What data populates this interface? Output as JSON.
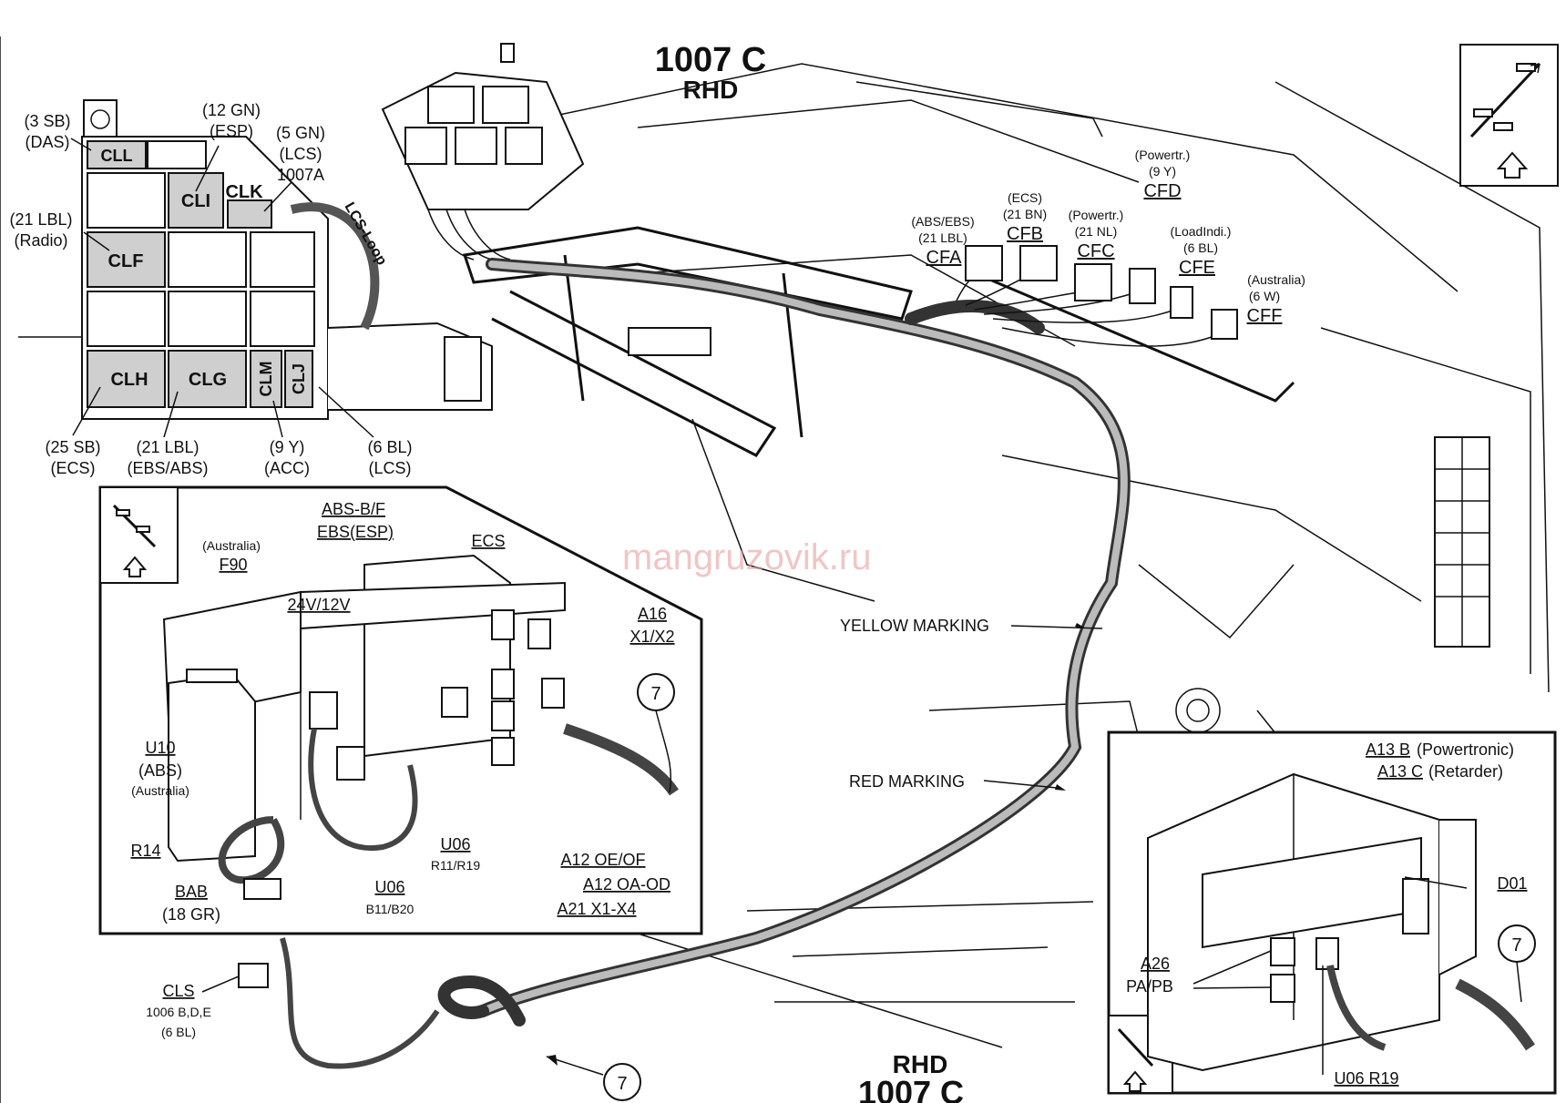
{
  "header": {
    "title_top": "1007 C",
    "subtitle_top": "RHD",
    "title_bottom": "1007 C",
    "subtitle_bottom": "RHD"
  },
  "watermark": "mangruzovik.ru",
  "fusebox": {
    "cells": {
      "cll": "CLL",
      "cli": "CLI",
      "clk": "CLK",
      "clf": "CLF",
      "clh": "CLH",
      "clg": "CLG",
      "clm": "CLM",
      "clj": "CLJ"
    },
    "loop_label": "LCS-Loop",
    "callouts": {
      "cll_a": "(3 SB)",
      "cll_b": "(DAS)",
      "cli_a": "(12 GN)",
      "cli_b": "(ESP)",
      "clk_a": "(5 GN)",
      "clk_b": "(LCS)",
      "clk_c": "1007A",
      "clf_a": "(21 LBL)",
      "clf_b": "(Radio)",
      "clh_a": "(25 SB)",
      "clh_b": "(ECS)",
      "clg_a": "(21 LBL)",
      "clg_b": "(EBS/ABS)",
      "clm_a": "(9 Y)",
      "clm_b": "(ACC)",
      "clj_a": "(6 BL)",
      "clj_b": "(LCS)"
    }
  },
  "connectors": {
    "cfa_a": "(ABS/EBS)",
    "cfa_b": "(21 LBL)",
    "cfa": "CFA",
    "cfb_a": "(ECS)",
    "cfb_b": "(21 BN)",
    "cfb": "CFB",
    "cfc_a": "(Powertr.)",
    "cfc_b": "(21 NL)",
    "cfc": "CFC",
    "cfd_a": "(Powertr.)",
    "cfd_b": "(9 Y)",
    "cfd": "CFD",
    "cfe_a": "(LoadIndi.)",
    "cfe_b": "(6 BL)",
    "cfe": "CFE",
    "cff_a": "(Australia)",
    "cff_b": "(6 W)",
    "cff": "CFF"
  },
  "markings": {
    "yellow": "YELLOW MARKING",
    "red": "RED MARKING"
  },
  "left_inset": {
    "abs_bf": "ABS-B/F",
    "ebs_esp": "EBS(ESP)",
    "ecs": "ECS",
    "f90_note": "(Australia)",
    "f90": "F90",
    "v24_12": "24V/12V",
    "a16": "A16",
    "a16_b": "X1/X2",
    "u10": "U10",
    "u10_b": "(ABS)",
    "u10_c": "(Australia)",
    "r14": "R14",
    "bab": "BAB",
    "bab_b": "(18 GR)",
    "u06_a": "U06",
    "u06_a_b": "B11/B20",
    "u06_b": "U06",
    "u06_b_b": "R11/R19",
    "a12_oe": "A12 OE/OF",
    "a12_oa": "A12 OA-OD",
    "a21": "A21 X1-X4",
    "ref7": "7"
  },
  "right_inset": {
    "a13b": "A13 B",
    "a13b_note": "(Powertronic)",
    "a13c": "A13 C",
    "a13c_note": "(Retarder)",
    "d01": "D01",
    "a26": "A26",
    "a26_b": "PA/PB",
    "u06": "U06 R19",
    "ref7": "7"
  },
  "cls": {
    "label": "CLS",
    "line2": "1006 B,D,E",
    "line3": "(6 BL)"
  },
  "bottom_ref7": "7"
}
